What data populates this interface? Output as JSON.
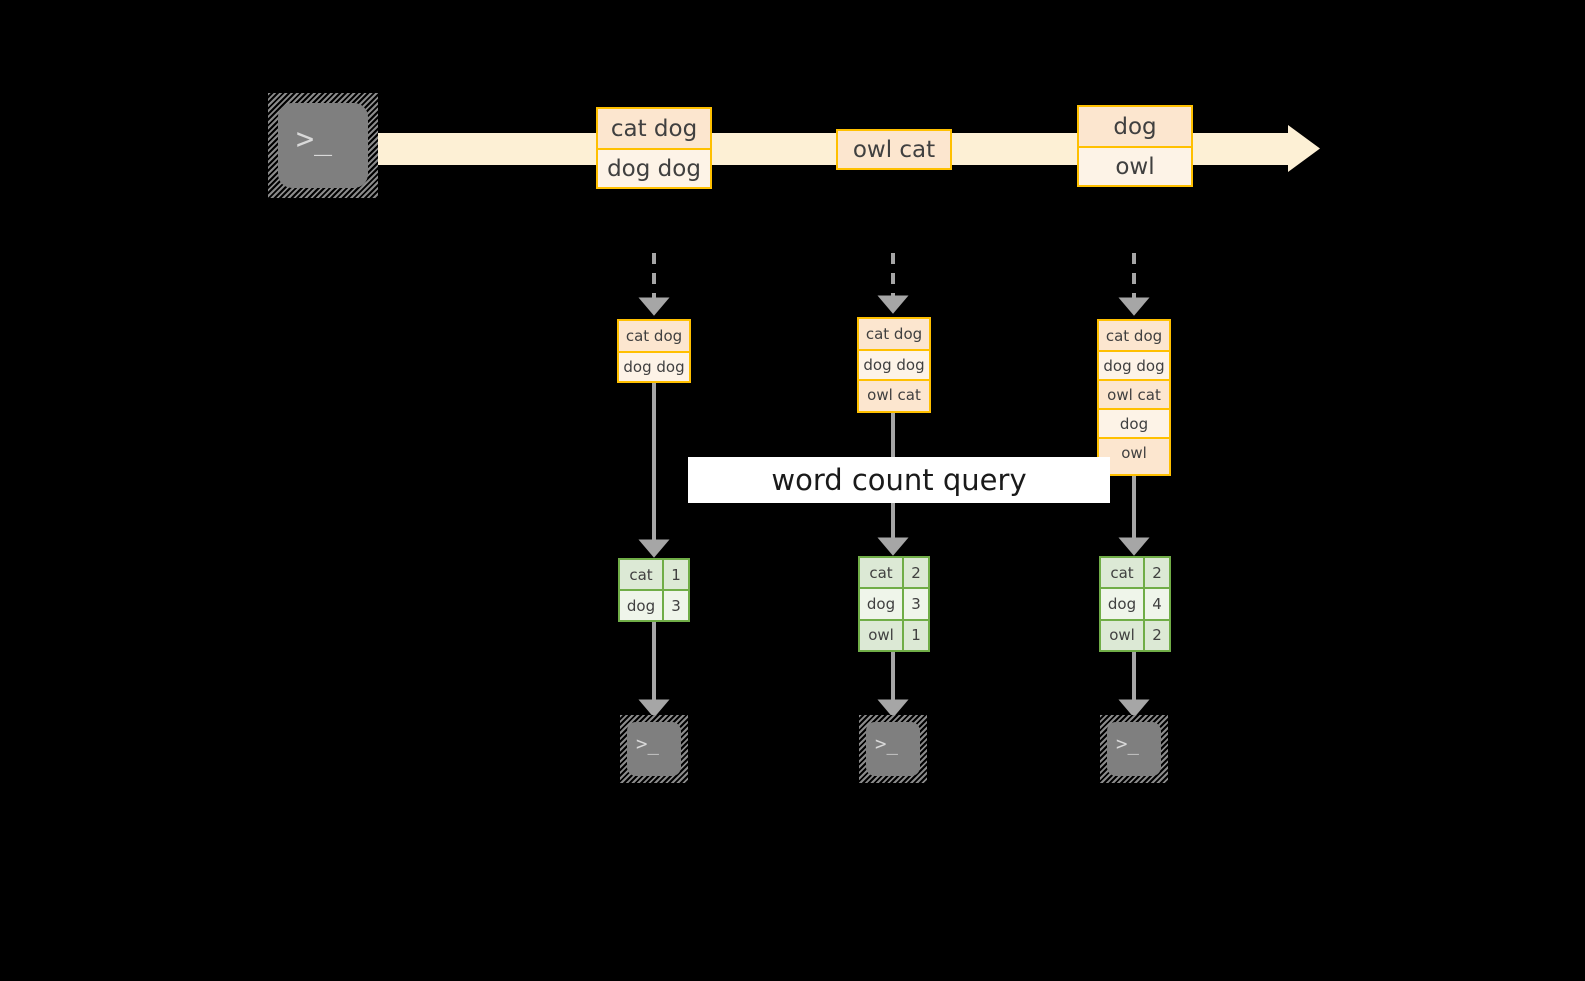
{
  "diagram": {
    "title": "word count query",
    "colors": {
      "stream_band": "#fdf0d5",
      "message_border": "#ffc000",
      "message_fill_dark": "#fce6cf",
      "message_fill_light": "#fdf3e7",
      "table_border": "#70ad47",
      "table_fill_dark": "#dce9d5",
      "table_fill_light": "#eff5ea",
      "arrow_gray": "#a6a6a6",
      "terminal_body": "#7f7f7f",
      "background": "#000000"
    },
    "banner_label": "word count query",
    "producer": {
      "icon": "terminal-icon",
      "glyph": ">_"
    },
    "stream": {
      "direction": "left-to-right",
      "messages": [
        {
          "id": "m1",
          "lines": [
            "cat dog",
            "dog dog"
          ]
        },
        {
          "id": "m2",
          "lines": [
            "owl cat"
          ]
        },
        {
          "id": "m3",
          "lines": [
            "dog",
            "owl"
          ]
        }
      ]
    },
    "snapshots": [
      {
        "id": "snapshot-1",
        "input_rows": [
          "cat dog",
          "dog dog"
        ],
        "result_header": null,
        "result_rows": [
          {
            "word": "cat",
            "count": "1"
          },
          {
            "word": "dog",
            "count": "3"
          }
        ],
        "consumer_glyph": ">_"
      },
      {
        "id": "snapshot-2",
        "input_rows": [
          "cat dog",
          "dog dog",
          "owl cat"
        ],
        "result_header": null,
        "result_rows": [
          {
            "word": "cat",
            "count": "2"
          },
          {
            "word": "dog",
            "count": "3"
          },
          {
            "word": "owl",
            "count": "1"
          }
        ],
        "consumer_glyph": ">_"
      },
      {
        "id": "snapshot-3",
        "input_rows": [
          "cat dog",
          "dog dog",
          "owl cat",
          "dog",
          "owl"
        ],
        "result_header": null,
        "result_rows": [
          {
            "word": "cat",
            "count": "2"
          },
          {
            "word": "dog",
            "count": "4"
          },
          {
            "word": "owl",
            "count": "2"
          }
        ],
        "consumer_glyph": ">_"
      }
    ]
  }
}
